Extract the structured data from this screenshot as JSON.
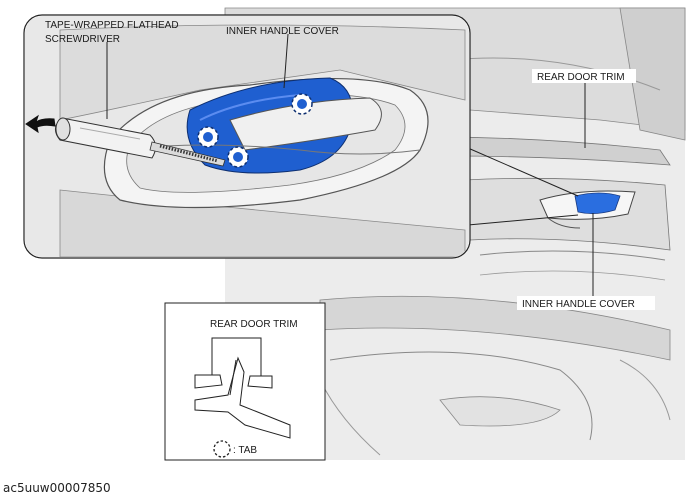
{
  "labels": {
    "screwdriver_line1": "TAPE-WRAPPED FLATHEAD",
    "screwdriver_line2": "SCREWDRIVER",
    "inner_handle_cover_top": "INNER HANDLE COVER",
    "rear_door_trim_right": "REAR DOOR TRIM",
    "inner_handle_cover_right": "INNER HANDLE COVER",
    "rear_door_trim_inset": "REAR DOOR TRIM",
    "tab_legend": ": TAB"
  },
  "caption": "ac5uuw00007850",
  "colors": {
    "cover_blue": "#1f5fd0",
    "line": "#222222",
    "panel_grey": "#e6e6e6"
  }
}
